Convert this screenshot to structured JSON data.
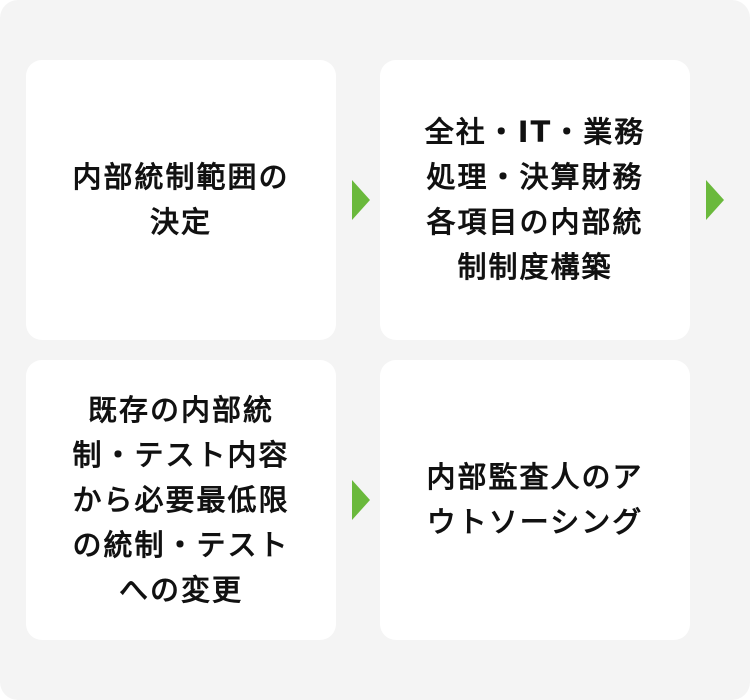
{
  "colors": {
    "background": "#f4f4f4",
    "card": "#ffffff",
    "text": "#111111",
    "arrow": "#6ab93c"
  },
  "steps": [
    {
      "label": "内部統制範囲の\n決定"
    },
    {
      "label": "全社・IT・業務\n処理・決算財務\n各項目の内部統\n制制度構築"
    },
    {
      "label": "既存の内部統\n制・テスト内容\nから必要最低限\nの統制・テスト\nへの変更"
    },
    {
      "label": "内部監査人のア\nウトソーシング"
    }
  ],
  "arrows": [
    {
      "icon": "triangle-right-icon"
    },
    {
      "icon": "triangle-right-icon"
    },
    {
      "icon": "triangle-right-icon"
    }
  ]
}
